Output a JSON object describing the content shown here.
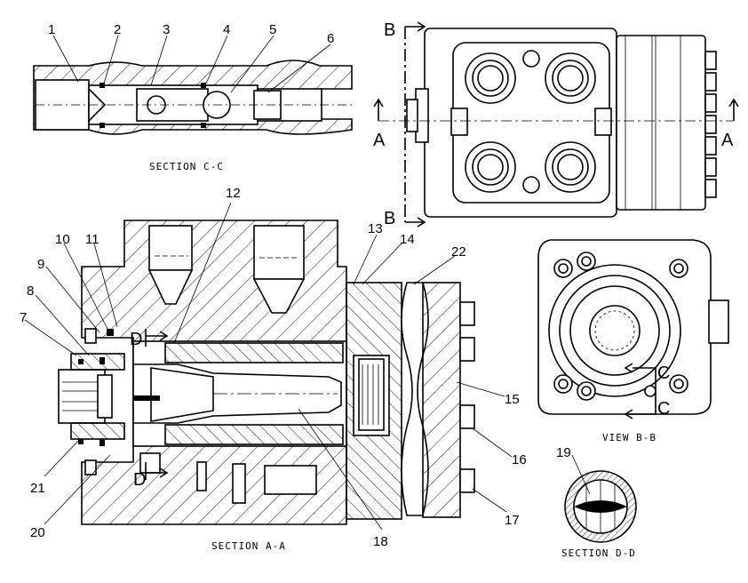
{
  "sections": {
    "c": "SECTION C-C",
    "a": "SECTION A-A",
    "d": "SECTION D-D",
    "view_b": "VIEW B-B"
  },
  "cut_letters": {
    "b_top": "B",
    "b_bottom": "B",
    "a_left": "A",
    "a_right": "A",
    "c_top": "C",
    "c_bottom": "C",
    "d_top": "D",
    "d_bottom": "D"
  },
  "callouts": [
    "1",
    "2",
    "3",
    "4",
    "5",
    "6",
    "7",
    "8",
    "9",
    "10",
    "11",
    "12",
    "13",
    "14",
    "15",
    "16",
    "17",
    "18",
    "19",
    "20",
    "21",
    "22"
  ]
}
